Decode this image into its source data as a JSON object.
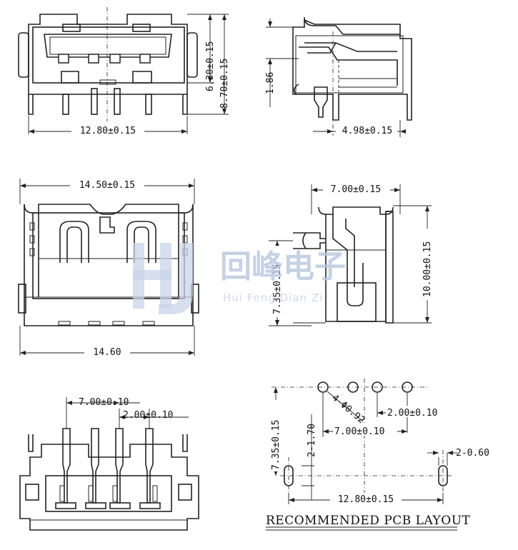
{
  "dimensions": {
    "front_width": "12.80±0.15",
    "front_height_inner": "6.30±0.15",
    "front_height_total": "8.70±0.15",
    "side_small": "1.86",
    "side_depth": "4.98±0.15",
    "bottom_top_width": "14.50±0.15",
    "bottom_overall_width": "14.60",
    "side2_width": "7.00±0.15",
    "side2_height": "10.00±0.15",
    "side2_lead": "7.35±0.15",
    "back_pitch_outer": "7.00±0.10",
    "back_pitch": "2.00±0.10",
    "pcb_holes": "4-Φ0.92",
    "pcb_pitch": "2.00±0.10",
    "pcb_span": "7.00±0.10",
    "pcb_vertical": "7.35±0.15",
    "pcb_offset": "2-1.70",
    "pcb_slot": "2-0.60",
    "pcb_width": "12.80±0.15"
  },
  "pcb_title": "RECOMMENDED PCB LAYOUT",
  "watermark": {
    "chinese": "回峰电子",
    "english": "Hui Feng Dian Zi"
  }
}
